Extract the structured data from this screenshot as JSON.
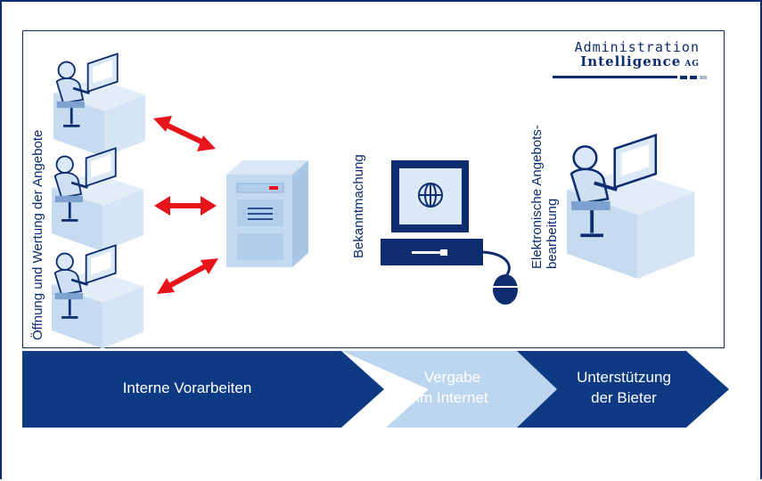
{
  "logo": {
    "line1": "Administration",
    "line2": "Intelligence",
    "suffix": "AG"
  },
  "labels": {
    "left_vertical": "Öffnung und Wertung der Angebote",
    "announcement": "Bekanntmachung",
    "bidder_line1": "Elektronische Angebots-",
    "bidder_line2": "bearbeitung"
  },
  "process": [
    {
      "line1": "Interne Vorarbeiten",
      "line2": ""
    },
    {
      "line1": "Vergabe",
      "line2": "im Internet"
    },
    {
      "line1": "Unterstützung",
      "line2": "der Bieter"
    }
  ],
  "colors": {
    "dark_blue": "#0d2d6e",
    "light_blue": "#bcd6ef",
    "arrow_red": "#e8141b"
  }
}
